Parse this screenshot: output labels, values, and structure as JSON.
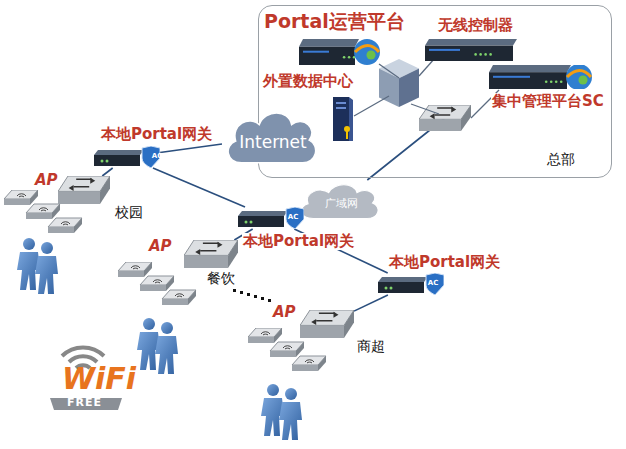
{
  "diagram": {
    "nodes": [
      {
        "text": [
          "总部"
        ]
      },
      {
        "text": [
          "Portal运营平台"
        ],
        "in": 0
      },
      {
        "text": [
          "无线控制器"
        ],
        "in": 0
      },
      {
        "text": [
          "外置数据中心"
        ],
        "in": 0
      },
      {
        "text": [
          "集中管理平台SC"
        ],
        "in": 0
      },
      {
        "text": [
          "Internet"
        ]
      },
      {
        "text": [
          "广域网"
        ]
      },
      {
        "text": [
          "本地Portal网关",
          "AC"
        ]
      },
      {
        "text": [
          "本地Portal网关",
          "AC"
        ]
      },
      {
        "text": [
          "本地Portal网关",
          "AC"
        ]
      },
      {
        "text": [
          "AP",
          "校园"
        ]
      },
      {
        "text": [
          "AP",
          "餐饮"
        ]
      },
      {
        "text": [
          "AP",
          "商超"
        ]
      }
    ],
    "edges": [
      {
        "from": 7,
        "to": 5,
        "arrow": "none"
      },
      {
        "from": 7,
        "to": 8,
        "arrow": "none"
      },
      {
        "from": 8,
        "to": 6,
        "arrow": "none"
      },
      {
        "from": 6,
        "to": 0,
        "arrow": "none"
      },
      {
        "from": 8,
        "to": 9,
        "arrow": "none"
      },
      {
        "from": 7,
        "to": 10,
        "arrow": "none"
      },
      {
        "from": 8,
        "to": 11,
        "arrow": "none"
      },
      {
        "from": 9,
        "to": 12,
        "arrow": "none"
      }
    ],
    "labels": [
      "WiFi",
      "FREE"
    ]
  }
}
